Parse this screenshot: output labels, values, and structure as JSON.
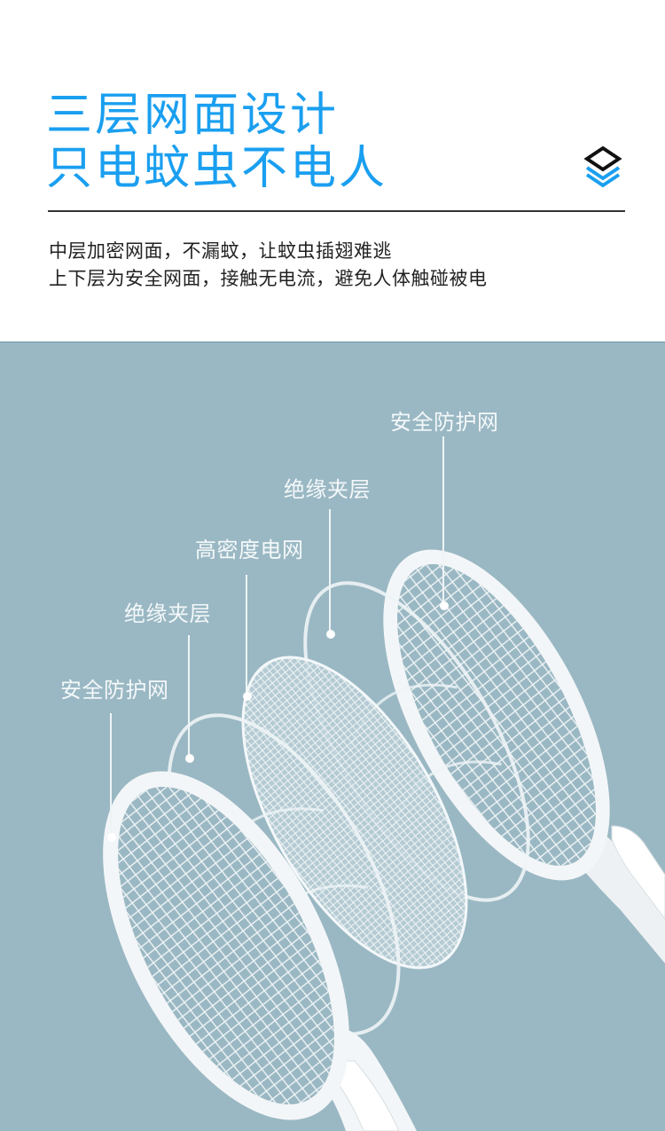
{
  "header": {
    "title_line1": "三层网面设计",
    "title_line2": "只电蚊虫不电人",
    "icon": "layers-icon",
    "description_line1": "中层加密网面，不漏蚊，让蚊虫插翅难逃",
    "description_line2": "上下层为安全网面，接触无电流，避免人体触碰被电"
  },
  "colors": {
    "title_blue": "#1a9ff0",
    "panel_bg": "#9ab8c3",
    "rule": "#333333",
    "label_text": "#f4f8fa"
  },
  "diagram": {
    "labels": [
      {
        "id": "safety-net-back",
        "text": "安全防护网"
      },
      {
        "id": "insulation-layer-back",
        "text": "绝缘夹层"
      },
      {
        "id": "high-density-grid",
        "text": "高密度电网"
      },
      {
        "id": "insulation-layer-front",
        "text": "绝缘夹层"
      },
      {
        "id": "safety-net-front",
        "text": "安全防护网"
      }
    ]
  }
}
